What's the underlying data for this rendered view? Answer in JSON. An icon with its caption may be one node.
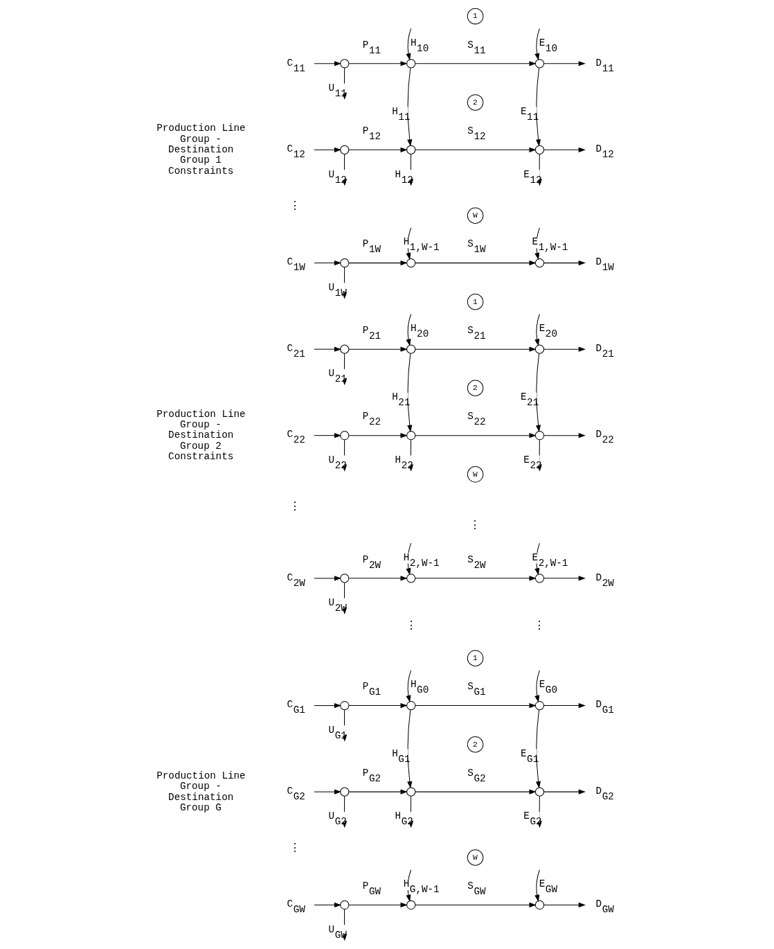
{
  "diagram": {
    "nodes": [
      {
        "text": [
          "C$_{11}$"
        ]
      },
      {
        "text": [],
        "shape": "circle"
      },
      {
        "text": [],
        "shape": "circle"
      },
      {
        "text": [
          "1"
        ]
      },
      {
        "text": [],
        "shape": "circle"
      },
      {
        "text": [
          "D$_{11}$"
        ]
      },
      {
        "text": [
          "C$_{12}$"
        ]
      },
      {
        "text": [],
        "shape": "circle"
      },
      {
        "text": [],
        "shape": "circle"
      },
      {
        "text": [
          "2"
        ]
      },
      {
        "text": [],
        "shape": "circle"
      },
      {
        "text": [
          "D$_{12}$"
        ]
      },
      {
        "text": [
          "C$_{1W}$"
        ]
      },
      {
        "text": [],
        "shape": "circle"
      },
      {
        "text": [],
        "shape": "circle"
      },
      {
        "text": [
          "W"
        ]
      },
      {
        "text": [],
        "shape": "circle"
      },
      {
        "text": [
          "D$_{1W}$"
        ]
      },
      {
        "text": [
          "C$_{21}$"
        ]
      },
      {
        "text": [],
        "shape": "circle"
      },
      {
        "text": [],
        "shape": "circle"
      },
      {
        "text": [
          "1"
        ]
      },
      {
        "text": [],
        "shape": "circle"
      },
      {
        "text": [
          "D$_{21}$"
        ]
      },
      {
        "text": [
          "C$_{22}$"
        ]
      },
      {
        "text": [],
        "shape": "circle"
      },
      {
        "text": [],
        "shape": "circle"
      },
      {
        "text": [
          "2"
        ]
      },
      {
        "text": [],
        "shape": "circle"
      },
      {
        "text": [
          "D$_{22}$"
        ]
      },
      {
        "text": [
          "C$_{2W}$"
        ]
      },
      {
        "text": [],
        "shape": "circle"
      },
      {
        "text": [],
        "shape": "circle"
      },
      {
        "text": [
          "W"
        ]
      },
      {
        "text": [],
        "shape": "circle"
      },
      {
        "text": [
          "D$_{2W}$"
        ]
      },
      {
        "text": [
          "C$_{G1}$"
        ]
      },
      {
        "text": [],
        "shape": "circle"
      },
      {
        "text": [],
        "shape": "circle"
      },
      {
        "text": [
          "1"
        ]
      },
      {
        "text": [],
        "shape": "circle"
      },
      {
        "text": [
          "D$_{G1}$"
        ]
      },
      {
        "text": [
          "C$_{G2}$"
        ]
      },
      {
        "text": [],
        "shape": "circle"
      },
      {
        "text": [],
        "shape": "circle"
      },
      {
        "text": [
          "2"
        ]
      },
      {
        "text": [],
        "shape": "circle"
      },
      {
        "text": [
          "D$_{G2}$"
        ]
      },
      {
        "text": [
          "C$_{GW}$"
        ]
      },
      {
        "text": [],
        "shape": "circle"
      },
      {
        "text": [],
        "shape": "circle"
      },
      {
        "text": [
          "W"
        ]
      },
      {
        "text": [],
        "shape": "circle"
      },
      {
        "text": [
          "D$_{GW}$"
        ]
      }
    ],
    "edges": [
      {
        "from": 0,
        "to": 1,
        "arrow": "to"
      },
      {
        "from": 1,
        "to": 2,
        "arrow": "to",
        "label": "P$_{11}$"
      },
      {
        "from": 2,
        "to": 4,
        "arrow": "to",
        "label": "S$_{11}$"
      },
      {
        "from": 4,
        "to": 5,
        "arrow": "to"
      },
      {
        "from": 1,
        "to": null,
        "arrow": "to",
        "label": "U$_{11}$"
      },
      {
        "from": 6,
        "to": 7,
        "arrow": "to"
      },
      {
        "from": 7,
        "to": 8,
        "arrow": "to",
        "label": "P$_{12}$"
      },
      {
        "from": 8,
        "to": 10,
        "arrow": "to",
        "label": "S$_{12}$"
      },
      {
        "from": 10,
        "to": 11,
        "arrow": "to"
      },
      {
        "from": 7,
        "to": null,
        "arrow": "to",
        "label": "U$_{12}$"
      },
      {
        "from": 12,
        "to": 13,
        "arrow": "to"
      },
      {
        "from": 13,
        "to": 14,
        "arrow": "to",
        "label": "P$_{1W}$"
      },
      {
        "from": 14,
        "to": 16,
        "arrow": "to",
        "label": "S$_{1W}$"
      },
      {
        "from": 16,
        "to": 17,
        "arrow": "to"
      },
      {
        "from": 13,
        "to": null,
        "arrow": "to",
        "label": "U$_{1W}$"
      },
      {
        "from": null,
        "to": 2,
        "arrow": "to",
        "label": "H$_{10}$"
      },
      {
        "from": 2,
        "to": 8,
        "arrow": "to",
        "label": "H$_{11}$"
      },
      {
        "from": 8,
        "to": null,
        "arrow": "to",
        "label": "H$_{12}$"
      },
      {
        "from": null,
        "to": 14,
        "arrow": "to",
        "label": "H$_{1,W-1}$"
      },
      {
        "from": null,
        "to": 4,
        "arrow": "to",
        "label": "E$_{10}$"
      },
      {
        "from": 4,
        "to": 10,
        "arrow": "to",
        "label": "E$_{11}$"
      },
      {
        "from": 10,
        "to": null,
        "arrow": "to",
        "label": "E$_{12}$"
      },
      {
        "from": null,
        "to": 16,
        "arrow": "to",
        "label": "E$_{1,W-1}$"
      },
      {
        "from": 18,
        "to": 19,
        "arrow": "to"
      },
      {
        "from": 19,
        "to": 20,
        "arrow": "to",
        "label": "P$_{21}$"
      },
      {
        "from": 20,
        "to": 22,
        "arrow": "to",
        "label": "S$_{21}$"
      },
      {
        "from": 22,
        "to": 23,
        "arrow": "to"
      },
      {
        "from": 19,
        "to": null,
        "arrow": "to",
        "label": "U$_{21}$"
      },
      {
        "from": 24,
        "to": 25,
        "arrow": "to"
      },
      {
        "from": 25,
        "to": 26,
        "arrow": "to",
        "label": "P$_{22}$"
      },
      {
        "from": 26,
        "to": 28,
        "arrow": "to",
        "label": "S$_{22}$"
      },
      {
        "from": 28,
        "to": 29,
        "arrow": "to"
      },
      {
        "from": 25,
        "to": null,
        "arrow": "to",
        "label": "U$_{22}$"
      },
      {
        "from": 30,
        "to": 31,
        "arrow": "to"
      },
      {
        "from": 31,
        "to": 32,
        "arrow": "to",
        "label": "P$_{2W}$"
      },
      {
        "from": 32,
        "to": 34,
        "arrow": "to",
        "label": "S$_{2W}$"
      },
      {
        "from": 34,
        "to": 35,
        "arrow": "to"
      },
      {
        "from": 31,
        "to": null,
        "arrow": "to",
        "label": "U$_{2W}$"
      },
      {
        "from": null,
        "to": 20,
        "arrow": "to",
        "label": "H$_{20}$"
      },
      {
        "from": 20,
        "to": 26,
        "arrow": "to",
        "label": "H$_{21}$"
      },
      {
        "from": 26,
        "to": null,
        "arrow": "to",
        "label": "H$_{22}$"
      },
      {
        "from": null,
        "to": 32,
        "arrow": "to",
        "label": "H$_{2,W-1}$"
      },
      {
        "from": null,
        "to": 22,
        "arrow": "to",
        "label": "E$_{20}$"
      },
      {
        "from": 22,
        "to": 28,
        "arrow": "to",
        "label": "E$_{21}$"
      },
      {
        "from": 28,
        "to": null,
        "arrow": "to",
        "label": "E$_{22}$"
      },
      {
        "from": null,
        "to": 34,
        "arrow": "to",
        "label": "E$_{2,W-1}$"
      },
      {
        "from": 36,
        "to": 37,
        "arrow": "to"
      },
      {
        "from": 37,
        "to": 38,
        "arrow": "to",
        "label": "P$_{G1}$"
      },
      {
        "from": 38,
        "to": 40,
        "arrow": "to",
        "label": "S$_{G1}$"
      },
      {
        "from": 40,
        "to": 41,
        "arrow": "to"
      },
      {
        "from": 37,
        "to": null,
        "arrow": "to",
        "label": "U$_{G1}$"
      },
      {
        "from": 42,
        "to": 43,
        "arrow": "to"
      },
      {
        "from": 43,
        "to": 44,
        "arrow": "to",
        "label": "P$_{G2}$"
      },
      {
        "from": 44,
        "to": 46,
        "arrow": "to",
        "label": "S$_{G2}$"
      },
      {
        "from": 46,
        "to": 47,
        "arrow": "to"
      },
      {
        "from": 43,
        "to": null,
        "arrow": "to",
        "label": "U$_{G2}$"
      },
      {
        "from": 48,
        "to": 49,
        "arrow": "to"
      },
      {
        "from": 49,
        "to": 50,
        "arrow": "to",
        "label": "P$_{GW}$"
      },
      {
        "from": 50,
        "to": 52,
        "arrow": "to",
        "label": "S$_{GW}$"
      },
      {
        "from": 52,
        "to": 53,
        "arrow": "to"
      },
      {
        "from": 49,
        "to": null,
        "arrow": "to",
        "label": "U$_{GW}$"
      },
      {
        "from": null,
        "to": 38,
        "arrow": "to",
        "label": "H$_{G0}$"
      },
      {
        "from": 38,
        "to": 44,
        "arrow": "to",
        "label": "H$_{G1}$"
      },
      {
        "from": 44,
        "to": null,
        "arrow": "to",
        "label": "H$_{G2}$"
      },
      {
        "from": null,
        "to": 50,
        "arrow": "to",
        "label": "H$_{G,W-1}$"
      },
      {
        "from": null,
        "to": 40,
        "arrow": "to",
        "label": "E$_{G0}$"
      },
      {
        "from": 40,
        "to": 46,
        "arrow": "to",
        "label": "E$_{G1}$"
      },
      {
        "from": 46,
        "to": null,
        "arrow": "to",
        "label": "E$_{G2}$"
      },
      {
        "from": null,
        "to": 52,
        "arrow": "to",
        "label": "E$_{GW}$"
      }
    ],
    "labels": [
      "Production Line Group - Destination Group 1 Constraints",
      "⋮",
      "Production Line Group - Destination Group 2 Constraints",
      "⋮",
      "⋮",
      "⋮",
      "⋮",
      "Production Line Group - Destination Group G",
      "⋮"
    ]
  }
}
